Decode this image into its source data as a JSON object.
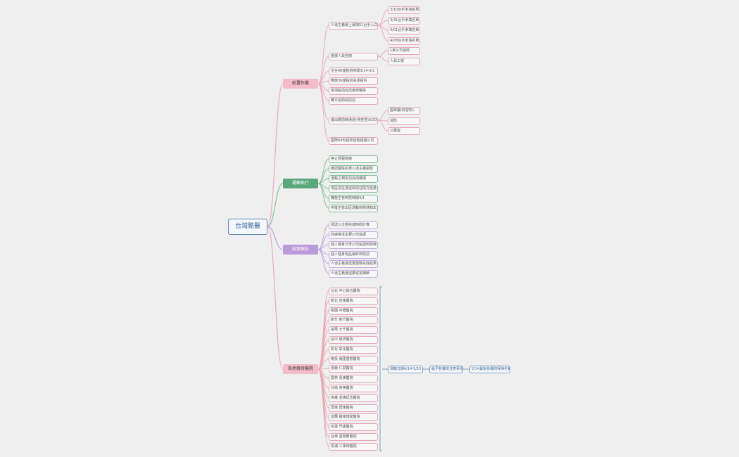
{
  "root": "台灣脆醫",
  "branches": {
    "prep": {
      "label": "前置作業",
      "items": [
        "人道主義線上募捐51台手入口",
        "金援人員名冊",
        "全台40座點前時間3/14-5/2",
        "實施30座點前完成提供",
        "各地點前完成接待醫院",
        "實方協助資訊站",
        "進出場前時通過(待查證)3/20提供",
        "國際64份捐款協助建議公司"
      ],
      "sub_dates": [
        "3/10台手未填拍單",
        "3/31台手未填名單",
        "4/01台手未填名單",
        "4/08台手未填名單"
      ],
      "sub_staff": [
        "1家公司協助",
        "人員工號"
      ],
      "sub_venue": [
        "國軍醫(收容所)",
        "消防",
        "公廳室"
      ]
    },
    "exec": {
      "label": "運輸執行",
      "items": [
        "停止短程班機",
        "確認醫院名單入道主義開發",
        "運輸之規定前完成確保",
        "地區前往運送與前往院方能量",
        "實施主管到院時期4/1",
        "中陸主管出區運輸到院通知年"
      ]
    },
    "report": {
      "label": "結案報告",
      "items": [
        "運送公主題完成時間計算",
        "收據寄送主要公司協調",
        "個人隨身行李公司協調到院時",
        "個人隨身物品最終到院前",
        "人道主義運送業團隊完成結果",
        "人道主義運送業協定細節"
      ]
    },
    "hospitals": {
      "label": "各地接待醫院",
      "items": [
        "台北 中心綜合醫院",
        "新北 亞東醫院",
        "桃園 中壢醫院",
        "新竹 新竹醫院",
        "苗栗 大千醫院",
        "台中 慈濟醫院",
        "彰化 彰化醫院",
        "南投 埔里基督醫院",
        "嘉義 仁愛醫院",
        "雲林 長庚醫院",
        "台南 奇美醫院",
        "高雄 長庚紀念醫院",
        "屏東 屏東醫院",
        "宜蘭 羅東博愛醫院",
        "花蓮 門諾醫院",
        "台東 基督教醫院",
        "澎湖 三軍總醫院"
      ],
      "chain": [
        "運輸日期4/14-5/15",
        "給予各醫院注意事項",
        "5/14最後各醫院保持名單"
      ]
    }
  }
}
